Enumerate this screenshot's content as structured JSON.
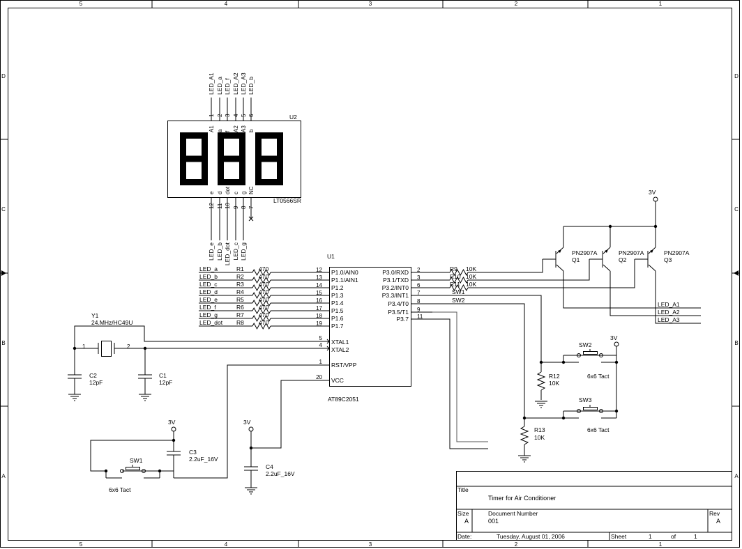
{
  "border": {
    "cols": [
      "5",
      "4",
      "3",
      "2",
      "1"
    ],
    "rows": [
      "D",
      "C",
      "B",
      "A"
    ]
  },
  "title_block": {
    "title_label": "Title",
    "title": "Timer for Air Conditioner",
    "size_label": "Size",
    "size": "A",
    "docnum_label": "Document Number",
    "docnum": "001",
    "rev_label": "Rev",
    "rev": "A",
    "date_label": "Date:",
    "date": "Tuesday, August 01, 2006",
    "sheet_label": "Sheet",
    "sheet": "1",
    "of_label": "of",
    "sheets": "1"
  },
  "display": {
    "ref": "U2",
    "part": "LT0566SR",
    "digits": "888",
    "top_pins": [
      {
        "net": "LED_A1",
        "num": "1",
        "name": "A1"
      },
      {
        "net": "LED_a",
        "num": "2",
        "name": "a"
      },
      {
        "net": "LED_f",
        "num": "3",
        "name": "f"
      },
      {
        "net": "LED_A2",
        "num": "4",
        "name": "A2"
      },
      {
        "net": "LED_A3",
        "num": "5",
        "name": "A3"
      },
      {
        "net": "LED_b",
        "num": "6",
        "name": "b"
      }
    ],
    "bottom_pins": [
      {
        "net": "LED_e",
        "num": "12",
        "name": "e"
      },
      {
        "net": "LED_b",
        "num": "11",
        "name": "d"
      },
      {
        "net": "LED_dot",
        "num": "10",
        "name": "dot"
      },
      {
        "net": "LED_c",
        "num": "9",
        "name": "c"
      },
      {
        "net": "LED_g",
        "num": "8",
        "name": "g"
      },
      {
        "net": "",
        "num": "7",
        "name": "NC"
      }
    ]
  },
  "mcu": {
    "ref": "U1",
    "part": "AT89C2051",
    "left_pins": [
      {
        "net": "LED_a",
        "res": "R1",
        "val": "470",
        "num": "12",
        "name": "P1.0/AIN0"
      },
      {
        "net": "LED_b",
        "res": "R2",
        "val": "470",
        "num": "13",
        "name": "P1.1/AIN1"
      },
      {
        "net": "LED_c",
        "res": "R3",
        "val": "470",
        "num": "14",
        "name": "P1.2"
      },
      {
        "net": "LED_d",
        "res": "R4",
        "val": "470",
        "num": "15",
        "name": "P1.3"
      },
      {
        "net": "LED_e",
        "res": "R5",
        "val": "470",
        "num": "16",
        "name": "P1.4"
      },
      {
        "net": "LED_f",
        "res": "R6",
        "val": "470",
        "num": "17",
        "name": "P1.5"
      },
      {
        "net": "LED_g",
        "res": "R7",
        "val": "470",
        "num": "18",
        "name": "P1.6"
      },
      {
        "net": "LED_dot",
        "res": "R8",
        "val": "470",
        "num": "19",
        "name": "P1.7"
      }
    ],
    "xtal_pins": [
      {
        "num": "5",
        "name": "XTAL1"
      },
      {
        "num": "4",
        "name": "XTAL2"
      }
    ],
    "rst": {
      "num": "1",
      "name": "RST/VPP"
    },
    "vcc": {
      "num": "20",
      "name": "VCC"
    },
    "right_pins": [
      {
        "num": "2",
        "name": "P3.0/RXD",
        "res": "R9",
        "val": "10K"
      },
      {
        "num": "3",
        "name": "P3.1/TXD",
        "res": "R10",
        "val": "10K"
      },
      {
        "num": "6",
        "name": "P3.2/INT0",
        "res": "R11",
        "val": "10K"
      },
      {
        "num": "7",
        "name": "P3.3/INT1",
        "net": "SW1"
      },
      {
        "num": "8",
        "name": "P3.4/T0",
        "net": "SW2"
      },
      {
        "num": "9",
        "name": "P3.5/T1"
      },
      {
        "num": "11",
        "name": "P3.7"
      }
    ]
  },
  "crystal": {
    "ref": "Y1",
    "part": "24.MHz/HC49U",
    "pin1": "1",
    "pin2": "2"
  },
  "caps": {
    "c1": {
      "ref": "C1",
      "val": "12pF"
    },
    "c2": {
      "ref": "C2",
      "val": "12pF"
    },
    "c3": {
      "ref": "C3",
      "val": "2.2uF_16V"
    },
    "c4": {
      "ref": "C4",
      "val": "2.2uF_16V"
    }
  },
  "switches": {
    "sw1": {
      "ref": "SW1",
      "part": "6x6 Tact"
    },
    "sw2": {
      "ref": "SW2",
      "part": "6x6 Tact"
    },
    "sw3": {
      "ref": "SW3",
      "part": "6x6 Tact"
    }
  },
  "pullups": {
    "r12": {
      "ref": "R12",
      "val": "10K"
    },
    "r13": {
      "ref": "R13",
      "val": "10K"
    }
  },
  "transistors": [
    {
      "ref": "Q1",
      "part": "PN2907A",
      "net": "LED_A1"
    },
    {
      "ref": "Q2",
      "part": "PN2907A",
      "net": "LED_A2"
    },
    {
      "ref": "Q3",
      "part": "PN2907A",
      "net": "LED_A3"
    }
  ],
  "power": {
    "label": "3V"
  }
}
